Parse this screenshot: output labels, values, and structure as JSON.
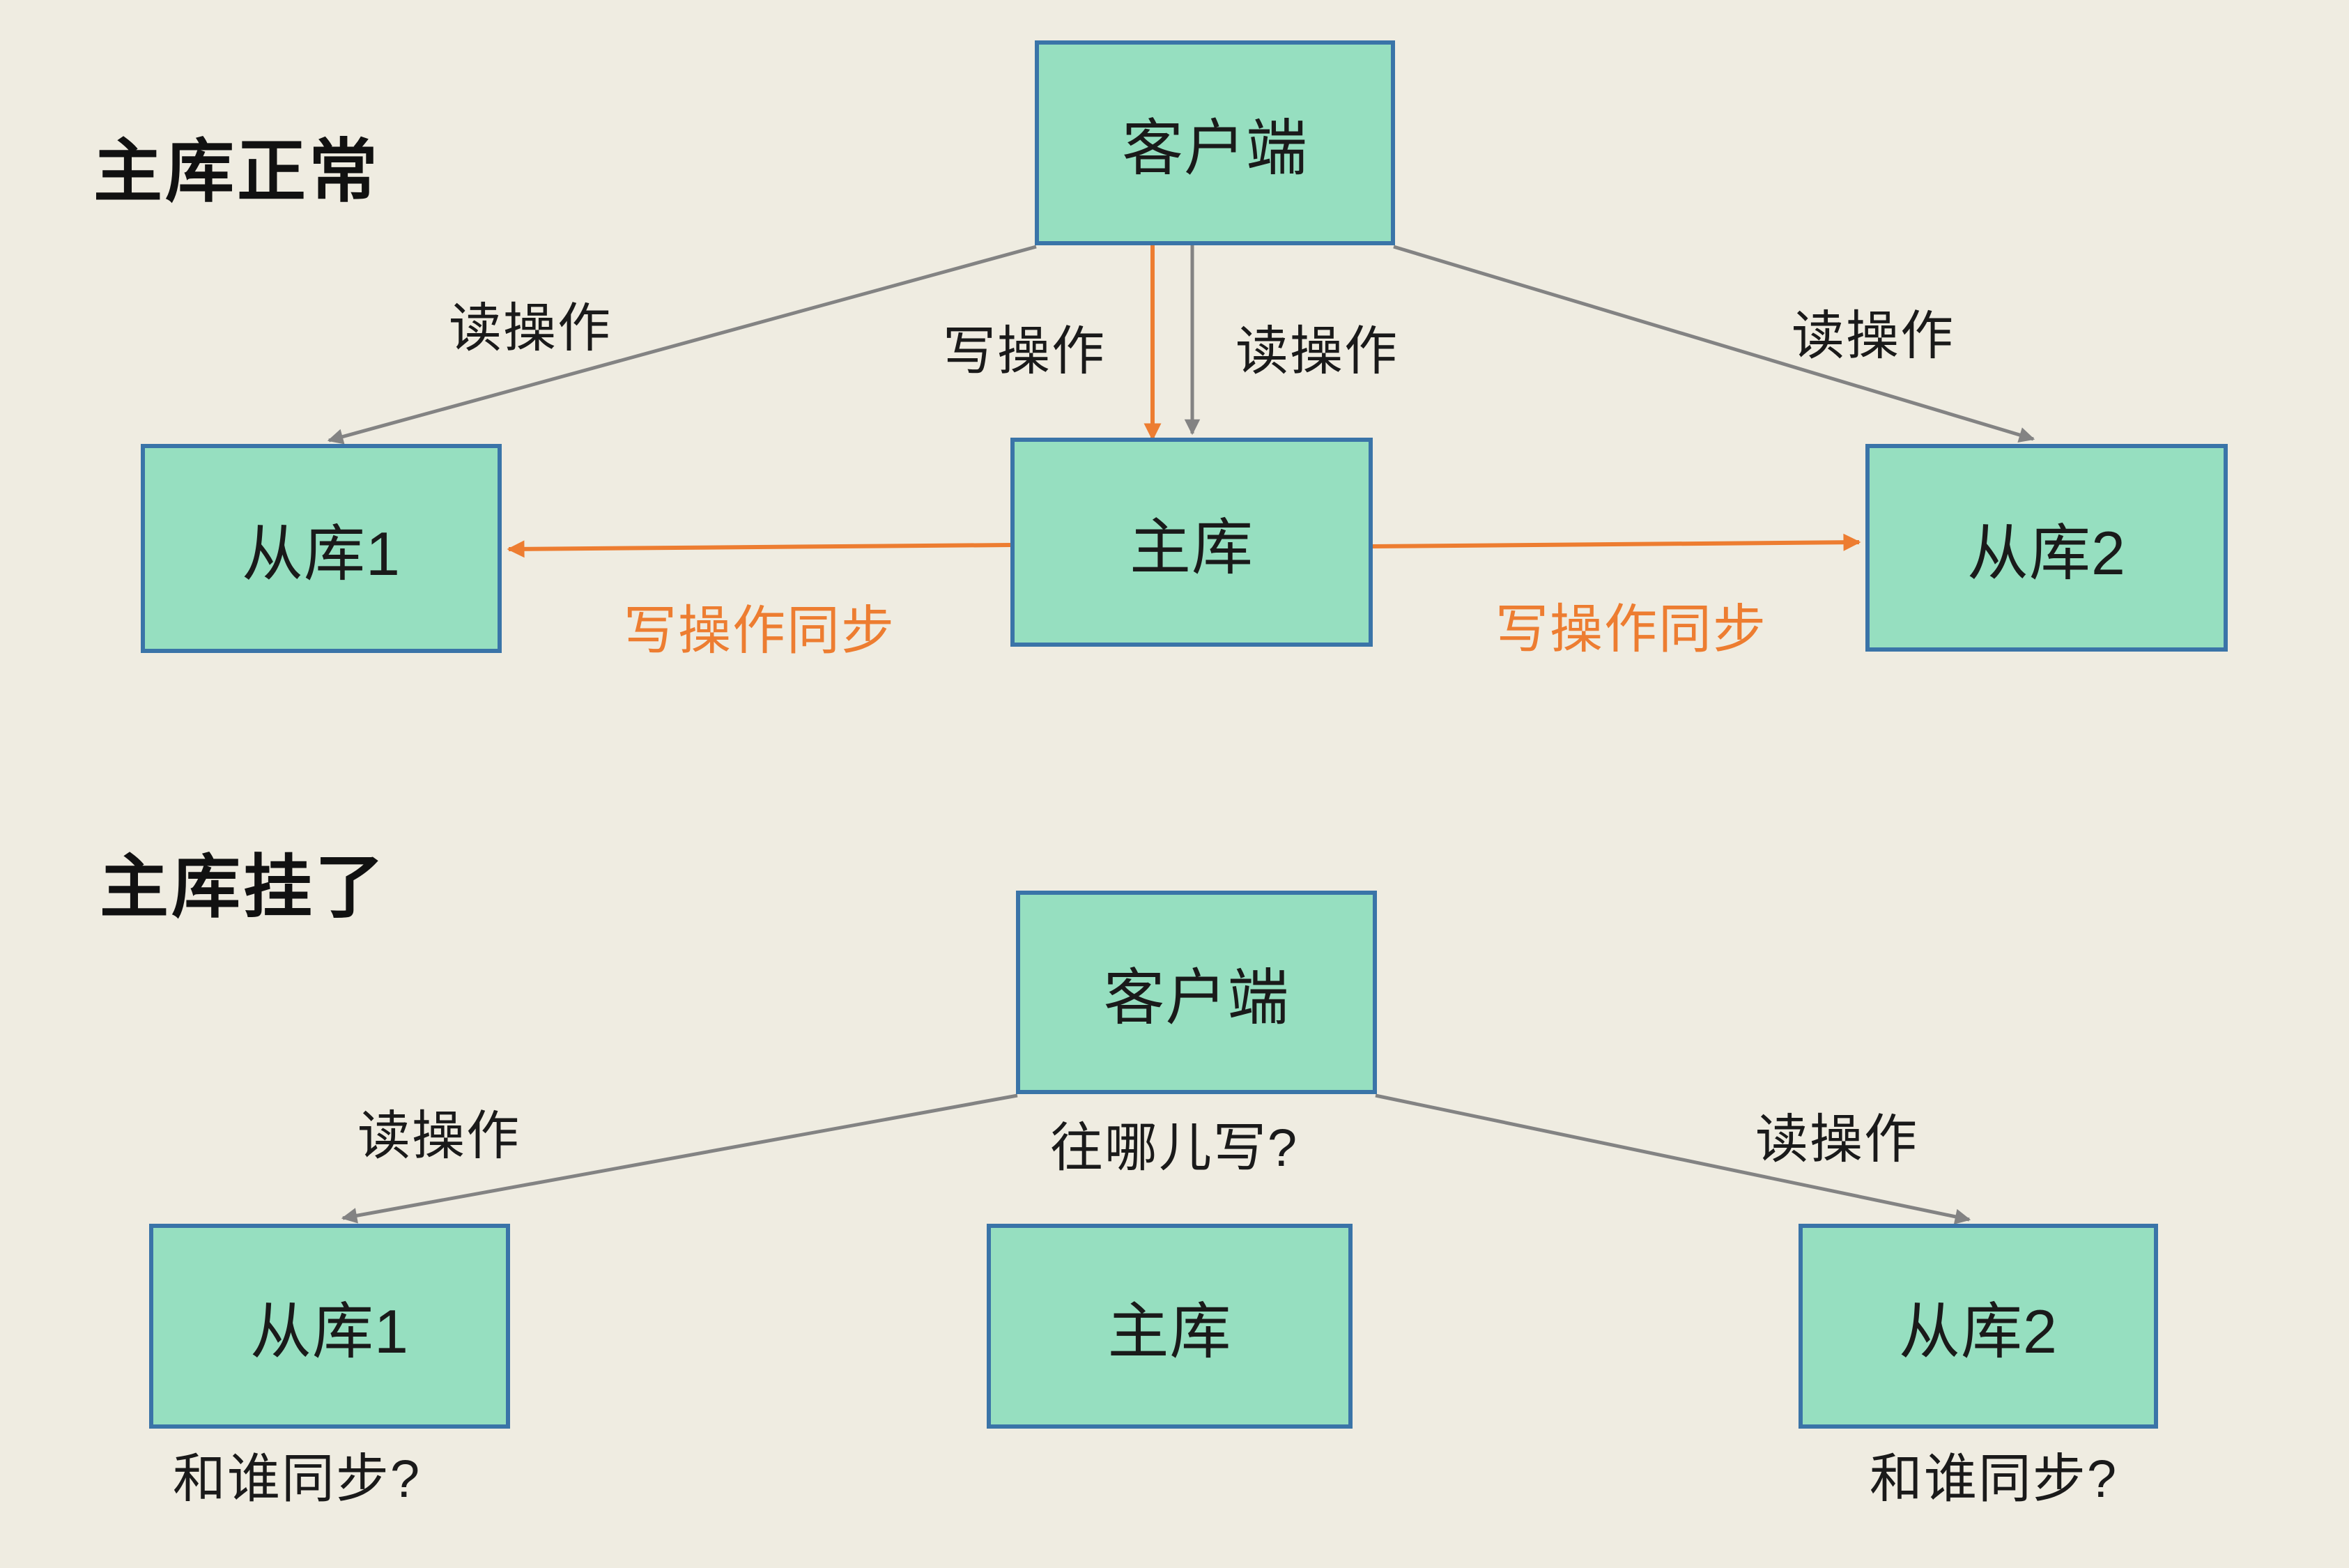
{
  "colors": {
    "background": "#EFECE1",
    "box_fill": "#96DFC0",
    "box_border": "#3A74A8",
    "arrow_gray": "#838383",
    "arrow_orange": "#ED7D31",
    "text": "#1A1A1A"
  },
  "sections": [
    {
      "id": "master-normal",
      "title": "主库正常",
      "nodes": [
        {
          "id": "client",
          "label": "客户端"
        },
        {
          "id": "slave1",
          "label": "从库1"
        },
        {
          "id": "master",
          "label": "主库"
        },
        {
          "id": "slave2",
          "label": "从库2"
        }
      ],
      "edge_labels": [
        {
          "id": "read-left",
          "text": "读操作"
        },
        {
          "id": "write",
          "text": "写操作"
        },
        {
          "id": "read-middle",
          "text": "读操作"
        },
        {
          "id": "read-right",
          "text": "读操作"
        },
        {
          "id": "sync-left",
          "text": "写操作同步"
        },
        {
          "id": "sync-right",
          "text": "写操作同步"
        }
      ]
    },
    {
      "id": "master-down",
      "title": "主库挂了",
      "nodes": [
        {
          "id": "client",
          "label": "客户端"
        },
        {
          "id": "slave1",
          "label": "从库1"
        },
        {
          "id": "master",
          "label": "主库"
        },
        {
          "id": "slave2",
          "label": "从库2"
        }
      ],
      "edge_labels": [
        {
          "id": "read-left",
          "text": "读操作"
        },
        {
          "id": "write-question",
          "text": "往哪儿写?"
        },
        {
          "id": "read-right",
          "text": "读操作"
        },
        {
          "id": "sync-question-left",
          "text": "和谁同步?"
        },
        {
          "id": "sync-question-right",
          "text": "和谁同步?"
        }
      ]
    }
  ]
}
